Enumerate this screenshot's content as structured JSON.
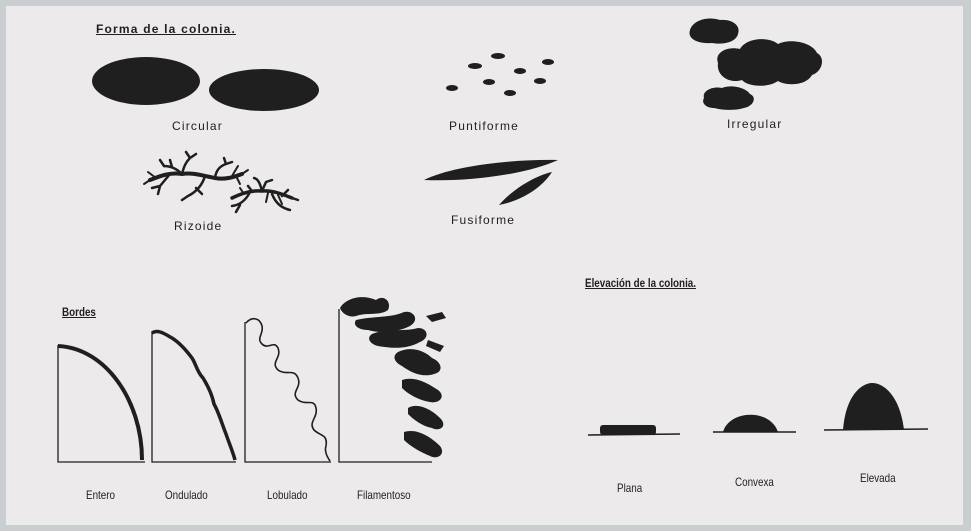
{
  "forma": {
    "title": "Forma de la colonia.",
    "circular": "Circular",
    "puntiforme": "Puntiforme",
    "irregular": "Irregular",
    "rizoide": "Rizoide",
    "fusiforme": "Fusiforme"
  },
  "bordes": {
    "title": "Bordes",
    "entero": "Entero",
    "ondulado": "Ondulado",
    "lobulado": "Lobulado",
    "filamentoso": "Filamentoso"
  },
  "elevacion": {
    "title": "Elevación de la colonia.",
    "plana": "Plana",
    "convexa": "Convexa",
    "elevada": "Elevada"
  },
  "colors": {
    "ink": "#1f1f1f",
    "paper": "#eceaea",
    "frame": "#c9cfd1"
  }
}
